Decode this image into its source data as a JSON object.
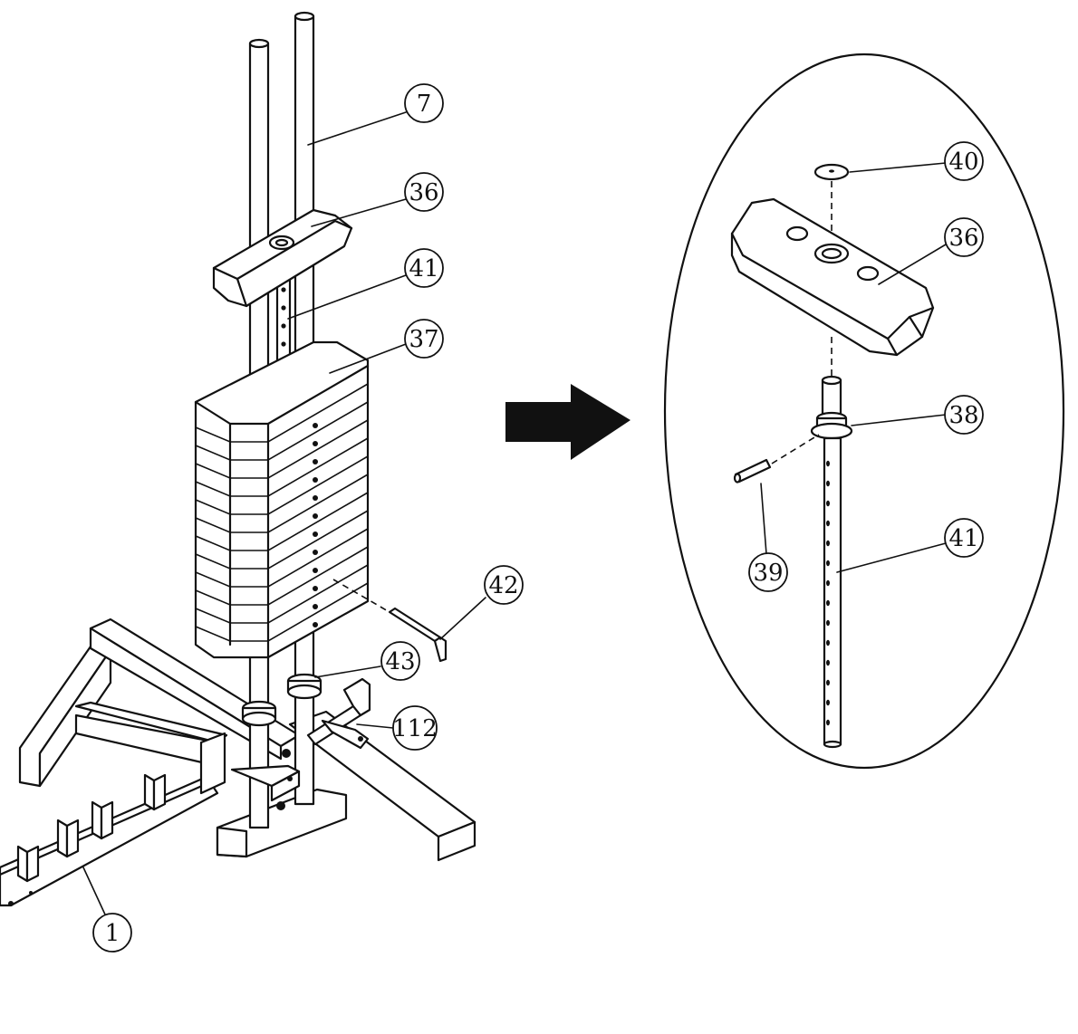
{
  "diagram": {
    "labels": {
      "p7": "7",
      "p36": "36",
      "p41": "41",
      "p37": "37",
      "p42": "42",
      "p43": "43",
      "p112": "112",
      "p1": "1",
      "d40": "40",
      "d36": "36",
      "d38": "38",
      "d41": "41",
      "d39": "39"
    },
    "arrow": "right-arrow-icon",
    "colors": {
      "line": "#111111",
      "background": "#ffffff"
    }
  }
}
